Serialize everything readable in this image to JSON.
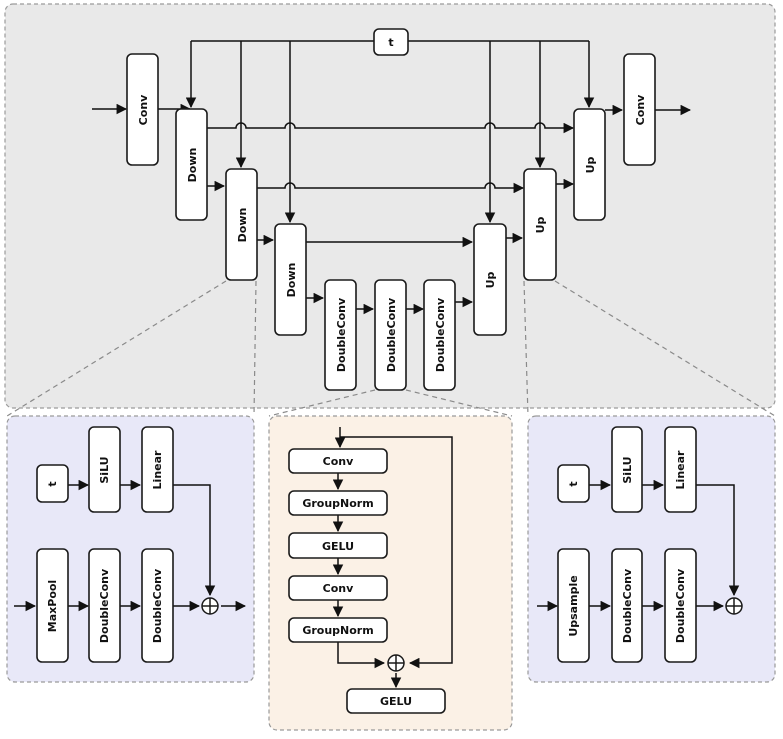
{
  "main": {
    "time_input": "t",
    "conv_in": "Conv",
    "down_blocks": [
      "Down",
      "Down",
      "Down"
    ],
    "bottleneck": [
      "DoubleConv",
      "DoubleConv",
      "DoubleConv"
    ],
    "up_blocks": [
      "Up",
      "Up",
      "Up"
    ],
    "conv_out": "Conv"
  },
  "down_detail": {
    "time_input": "t",
    "silu": "SiLU",
    "linear": "Linear",
    "pool": "MaxPool",
    "conv_a": "DoubleConv",
    "conv_b": "DoubleConv"
  },
  "doubleconv_detail": {
    "layers": [
      "Conv",
      "GroupNorm",
      "GELU",
      "Conv",
      "GroupNorm"
    ],
    "output": "GELU"
  },
  "up_detail": {
    "time_input": "t",
    "silu": "SiLU",
    "linear": "Linear",
    "upsample": "Upsample",
    "conv_a": "DoubleConv",
    "conv_b": "DoubleConv"
  },
  "colors": {
    "main_panel": "#e9e9e9",
    "side_panels": "#e8e8f8",
    "center_panel": "#fbf1e6"
  }
}
